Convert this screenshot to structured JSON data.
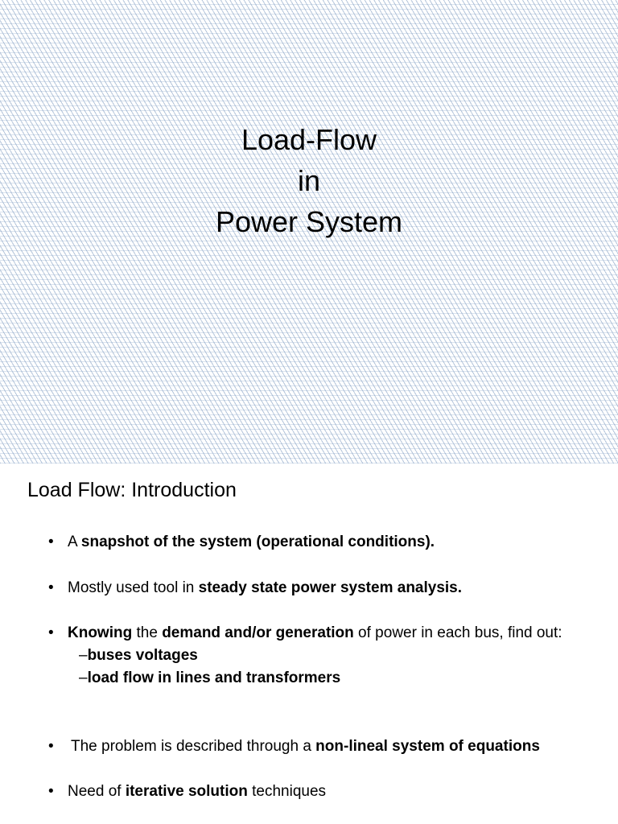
{
  "title_slide": {
    "lines": [
      "Load-Flow",
      "in",
      "Power System"
    ]
  },
  "content_slide": {
    "heading": "Load Flow: Introduction",
    "bullet_glyph": "•",
    "bullets": [
      {
        "pre": "A ",
        "bold": "snapshot of the system (operational conditions).",
        "post": ""
      },
      {
        "pre": "Mostly used tool in ",
        "bold": "steady state power system analysis.",
        "post": ""
      },
      {
        "pre": "",
        "bold": "Knowing",
        "mid": " the ",
        "bold2": "demand and/or generation",
        "post": " of power in each bus, find out:",
        "sub_items": [
          {
            "dash": "–",
            "text": "buses voltages"
          },
          {
            "dash": "–",
            "text": "load flow in lines and transformers"
          }
        ]
      },
      {
        "pre": "The problem is described through a ",
        "bold": "non-lineal system of equations",
        "post": ""
      },
      {
        "pre": "Need of ",
        "bold": "iterative solution",
        "post": " techniques"
      }
    ]
  },
  "colors": {
    "pattern": "#7896be",
    "text": "#000000",
    "background": "#ffffff"
  }
}
